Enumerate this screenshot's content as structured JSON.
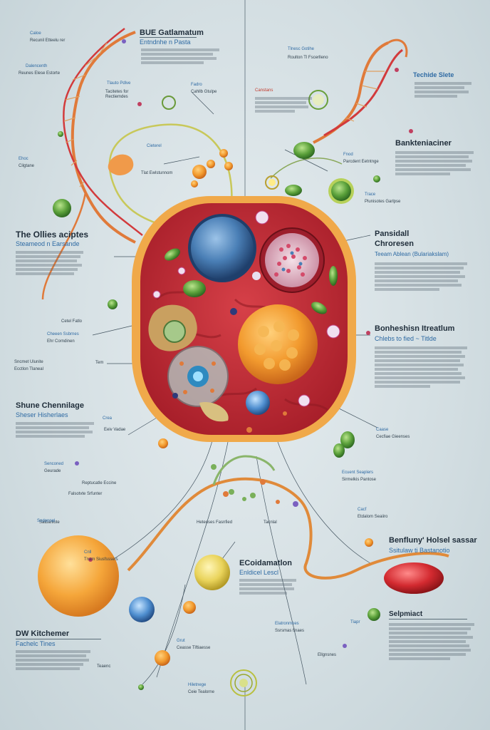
{
  "headings": {
    "top_center": "BUE Gatlamatum",
    "top_center_sub": "Entndnhe n Pasta",
    "top_right_small": "Techide Slete",
    "right_upper": "Bankteniaciner",
    "left_mid": "The Ollies aciptes",
    "left_mid_sub": "Steameod n Earsande",
    "right_mid_a": "Pansidall",
    "right_mid_b": "Chroresen",
    "right_mid_sub": "Teeam Ablean (Bulariakslam)",
    "right_er": "Bonheshisn Itreatlum",
    "right_er_sub": "Chlebs to fied ~ Titlde",
    "left_lower": "Shune Chennilage",
    "left_lower_sub": "Sheser Hisherlaes",
    "center_bottom": "ECoidamatlon",
    "center_bottom_sub": "Enldicel Lescl",
    "right_bottom": "Benfluny' Holsel sassar",
    "right_bottom_sub": "Ssitulaw ti Bastanotio",
    "right_bottom_2": "Selpmiact",
    "left_bottom": "DW Kitchemer",
    "left_bottom_sub": "Fachelc Tines"
  },
  "small_labels": {
    "tl_1": "Caloe",
    "tl_2": "Recunil Etteelu rer",
    "tl_3": "Dalencenth",
    "tl_4": "Reunes Elese Estorte",
    "tl_5": "Tlauto Pdlve",
    "tl_6": "Tacitetes for Rectiemdes",
    "tl_7": "Ehoc",
    "tl_8": "Cilgtane",
    "tl_9": "Cieterel",
    "tr_1": "Tlnesc Gotihe",
    "tr_2": "Roulton Tl Fscerlleno",
    "tr_3": "Canstans",
    "c_1": "Fadro",
    "c_2": "Cahllb Gtulpe",
    "c_3": "Tlat Ewlstunnom",
    "m_1": "Fnod",
    "m_2": "Parcdent Eetntnge",
    "rc_1": "Trace",
    "rc_2": "Plunisotes Garlpse",
    "lm_1": "Cheeen Ssbrnes",
    "lm_2": "Ehr Corndinen",
    "l_1": "Sncmet Ulunite",
    "l_2": "Ecctlon Tlaneal",
    "ll_1": "Crea",
    "ll_2": "Senconed",
    "ll_3": "Geurade",
    "ll_4": "Reptucatle Eccine",
    "ll_5": "Satbanlote",
    "lb_1": "Cnll",
    "lb_2": "Tnam Siusfsssers",
    "lb_3": "Heteoses Fasnfied",
    "mb_1": "Elatronmnes",
    "mb_2": "Ssrsmas tinaes",
    "mb_3": "Ellgnsnes",
    "mb_4": "Tiapr",
    "rb_1": "Caase",
    "rb_2": "Cecfiae Gieenses",
    "rb_3": "Ecuent Seaplers",
    "rb_4": "Sirmelkis Pantose",
    "bb_1": "Grut",
    "bb_2": "Ceasse Tiftiaesse",
    "bb_3": "Teaenc",
    "bb_4": "Hiletnege",
    "bb_5": "Ceie Tealorne",
    "bb_6": "Tacnlal",
    "br_1": "Cacf",
    "br_2": "Etdalom Seaiiro",
    "br_3": "Sodonnel",
    "br_4": "Falsotvte Srfunter",
    "cm_1": "Tem",
    "cm_2": "Cetel Fatlo",
    "cm_3": "Eeiv Vadae"
  },
  "colors": {
    "membrane": "#f0a94a",
    "cytoplasm": "#c8303a",
    "nucleus": "#4a7fb6",
    "dna_orange": "#e07a3a",
    "dna_red": "#d23a3c",
    "accent_blue": "#2e6aa3"
  }
}
